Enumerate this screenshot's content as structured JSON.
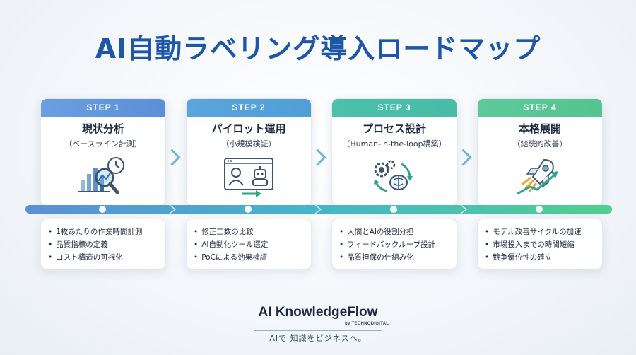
{
  "title": "AI自動ラベリング導入ロードマップ",
  "steps": [
    {
      "step": "STEP 1",
      "title": "現状分析",
      "subtitle": "（ベースライン計測）",
      "icon": "chart-magnifier-clock-icon",
      "color": "#5b8fd6",
      "bullets": [
        "1枚あたりの作業時間計測",
        "品質指標の定義",
        "コスト構造の可視化"
      ]
    },
    {
      "step": "STEP 2",
      "title": "パイロット運用",
      "subtitle": "（小規模検証）",
      "icon": "person-robot-screen-icon",
      "color": "#4f9fd6",
      "bullets": [
        "修正工数の比較",
        "AI自動化ツール選定",
        "PoCによる効果検証"
      ]
    },
    {
      "step": "STEP 3",
      "title": "プロセス設計",
      "subtitle": "（Human-in-the-loop構築）",
      "icon": "gears-brain-cycle-icon",
      "color": "#47bca7",
      "bullets": [
        "人間とAIの役割分担",
        "フィードバックループ設計",
        "品質担保の仕組み化"
      ]
    },
    {
      "step": "STEP 4",
      "title": "本格展開",
      "subtitle": "（継続的改善）",
      "icon": "rocket-growth-icon",
      "color": "#55c48f",
      "bullets": [
        "モデル改善サイクルの加速",
        "市場投入までの時間短縮",
        "競争優位性の確立"
      ]
    }
  ],
  "brand": {
    "name": "AI KnowledgeFlow",
    "by": "by TECHNODIGITAL",
    "tagline": "AIで 知識をビジネスへ。"
  }
}
